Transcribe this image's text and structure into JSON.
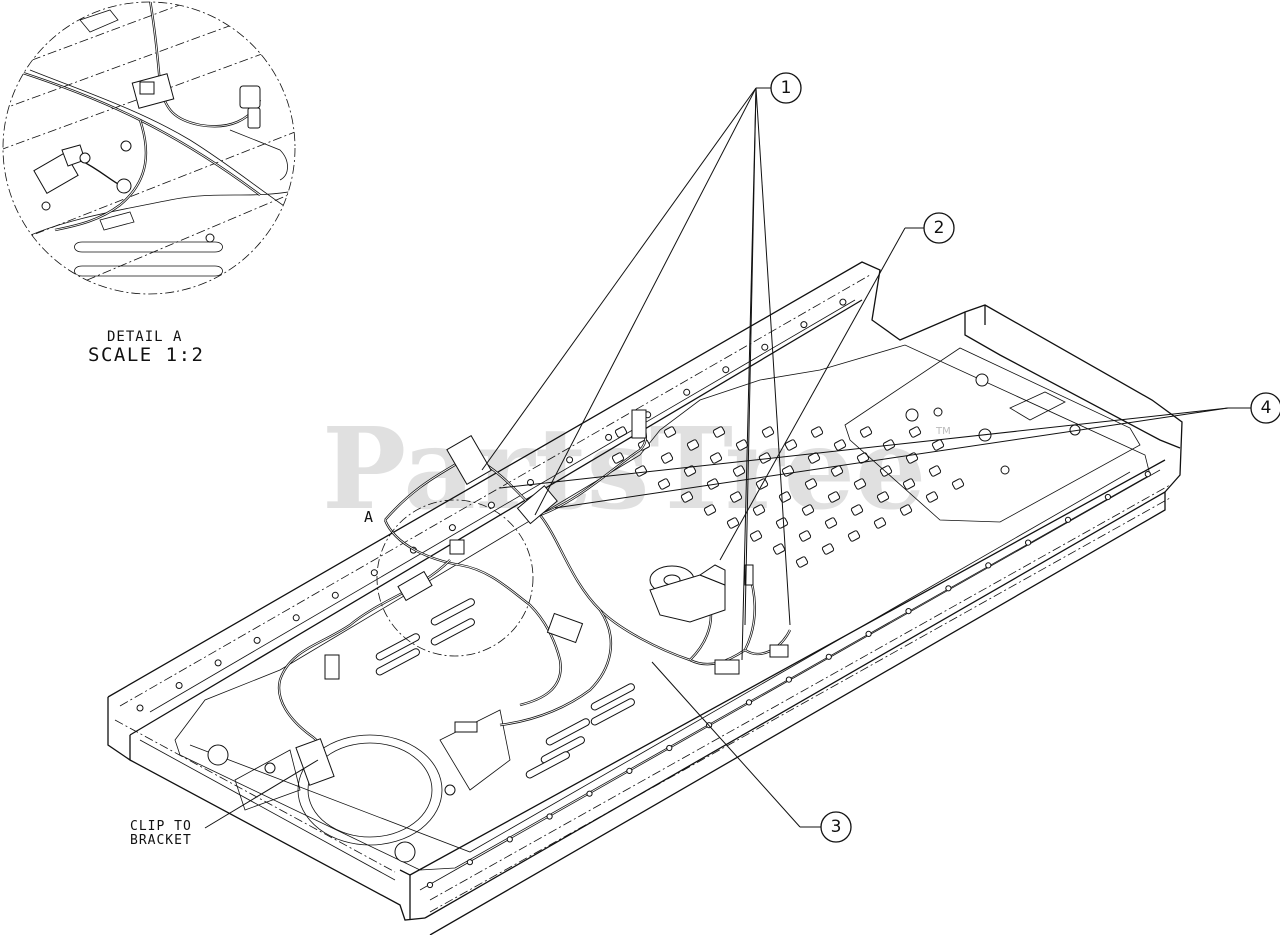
{
  "detail": {
    "title": "DETAIL A",
    "scale": "SCALE 1:2"
  },
  "view_marker": "A",
  "annotation_clip": [
    "CLIP TO",
    "BRACKET"
  ],
  "callouts": [
    "1",
    "2",
    "3",
    "4"
  ],
  "watermark": "PartsTree",
  "watermark_mark": "TM"
}
